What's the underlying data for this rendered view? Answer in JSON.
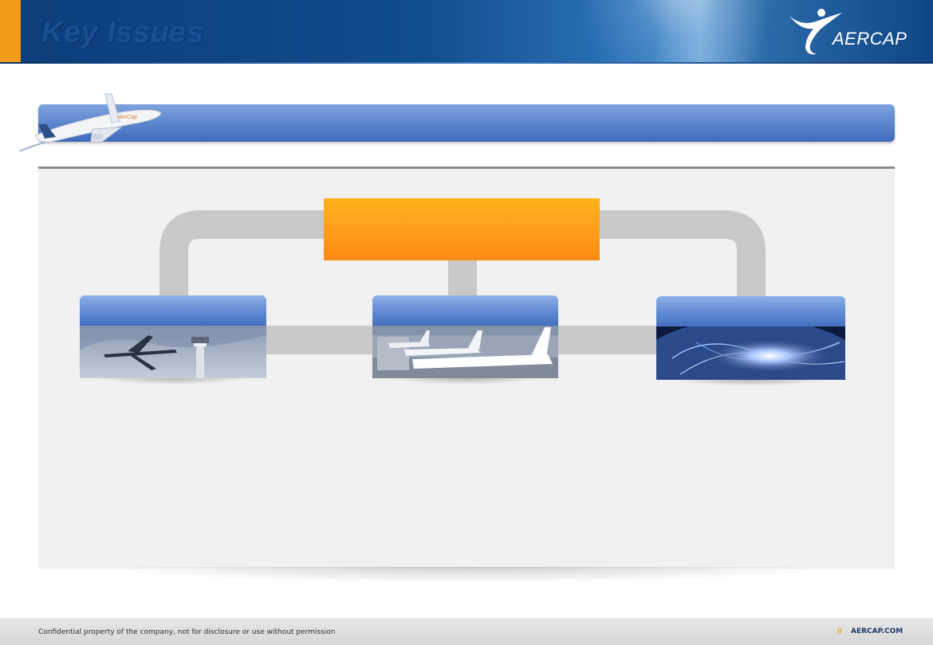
{
  "header": {
    "title": "Key Issues",
    "logo_text": "AERCAP"
  },
  "section_bar": {
    "title": ""
  },
  "center_box": {
    "label": ""
  },
  "cards": [
    {
      "label": "",
      "image": "airplane-takeoff-control-tower-photo"
    },
    {
      "label": "",
      "image": "parked-aircraft-at-gates-photo"
    },
    {
      "label": "",
      "image": "glowing-globe-network-photo"
    }
  ],
  "footer": {
    "confidential": "Confidential property of the company, not for disclosure or use without permission",
    "slashes": "//",
    "website": "AERCAP.COM"
  },
  "colors": {
    "brand_blue": "#114c8d",
    "accent_orange": "#f29a1a",
    "center_box_orange": "#ffa41c",
    "card_header_blue": "#5f89d2",
    "connector_gray": "#c9c9c9",
    "panel_gray": "#f1f1f1"
  }
}
